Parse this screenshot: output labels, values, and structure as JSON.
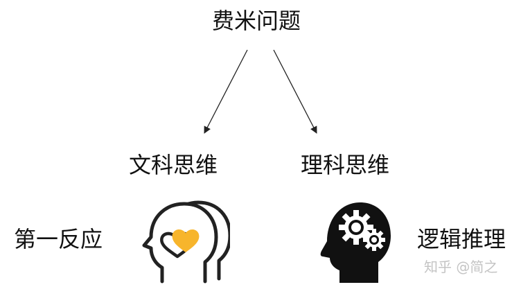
{
  "diagram": {
    "root": "费米问题",
    "branches": [
      {
        "title": "文科思维",
        "caption": "第一反应",
        "icon": "head-with-heart-icon"
      },
      {
        "title": "理科思维",
        "caption": "逻辑推理",
        "icon": "head-with-gears-icon"
      }
    ]
  },
  "watermark": "知乎 @简之",
  "colors": {
    "text": "#111111",
    "line": "#222222",
    "heart_accent": "#f7b52c",
    "watermark": "#c4c4c4"
  }
}
